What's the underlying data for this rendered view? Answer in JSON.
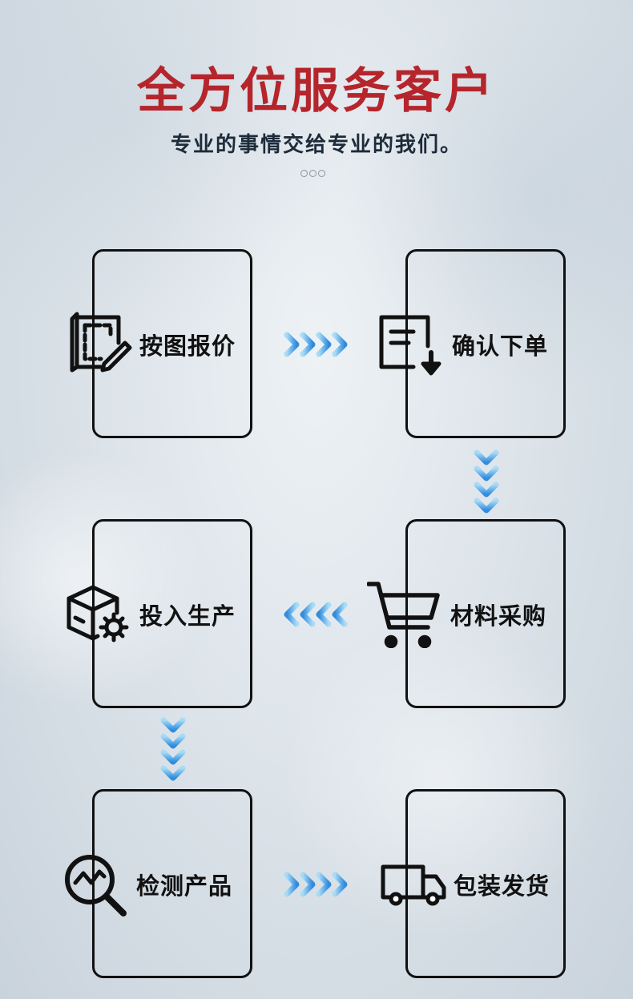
{
  "header": {
    "title": "全方位服务客户",
    "subtitle": "专业的事情交给专业的我们。"
  },
  "steps": [
    {
      "label": "按图报价",
      "icon": "blueprint-pencil-icon"
    },
    {
      "label": "确认下单",
      "icon": "document-download-icon"
    },
    {
      "label": "材料采购",
      "icon": "shopping-cart-icon"
    },
    {
      "label": "投入生产",
      "icon": "box-gear-icon"
    },
    {
      "label": "检测产品",
      "icon": "magnifier-chart-icon"
    },
    {
      "label": "包装发货",
      "icon": "delivery-truck-icon"
    }
  ],
  "colors": {
    "title": "#b5252b",
    "subtitle": "#1d2b3a",
    "arrow_light": "#a8dcf5",
    "arrow_dark": "#2f8be0",
    "box_border": "#111111"
  }
}
